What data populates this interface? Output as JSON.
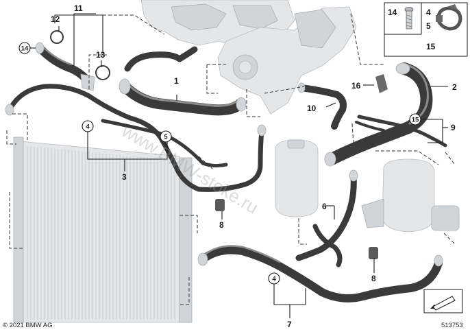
{
  "callouts": {
    "c1": "1",
    "c2": "2",
    "c3": "3",
    "c4a": "4",
    "c4b": "4",
    "c5": "5",
    "c6": "6",
    "c7": "7",
    "c8a": "8",
    "c8b": "8",
    "c9": "9",
    "c10": "10",
    "c11": "11",
    "c12": "12",
    "c13": "13",
    "c14": "14",
    "c15": "15",
    "c16": "16"
  },
  "legend_box": {
    "n14": "14",
    "n4": "4",
    "n5": "5",
    "n15": "15"
  },
  "footer": {
    "copyright": "© 2021 BMW AG",
    "diagram_number": "513753"
  },
  "watermark": "www.BMW-stoke.ru",
  "colors": {
    "hose": "#3a3a3a",
    "background_parts": "#e4e6e8",
    "line": "#1a1a1a"
  }
}
